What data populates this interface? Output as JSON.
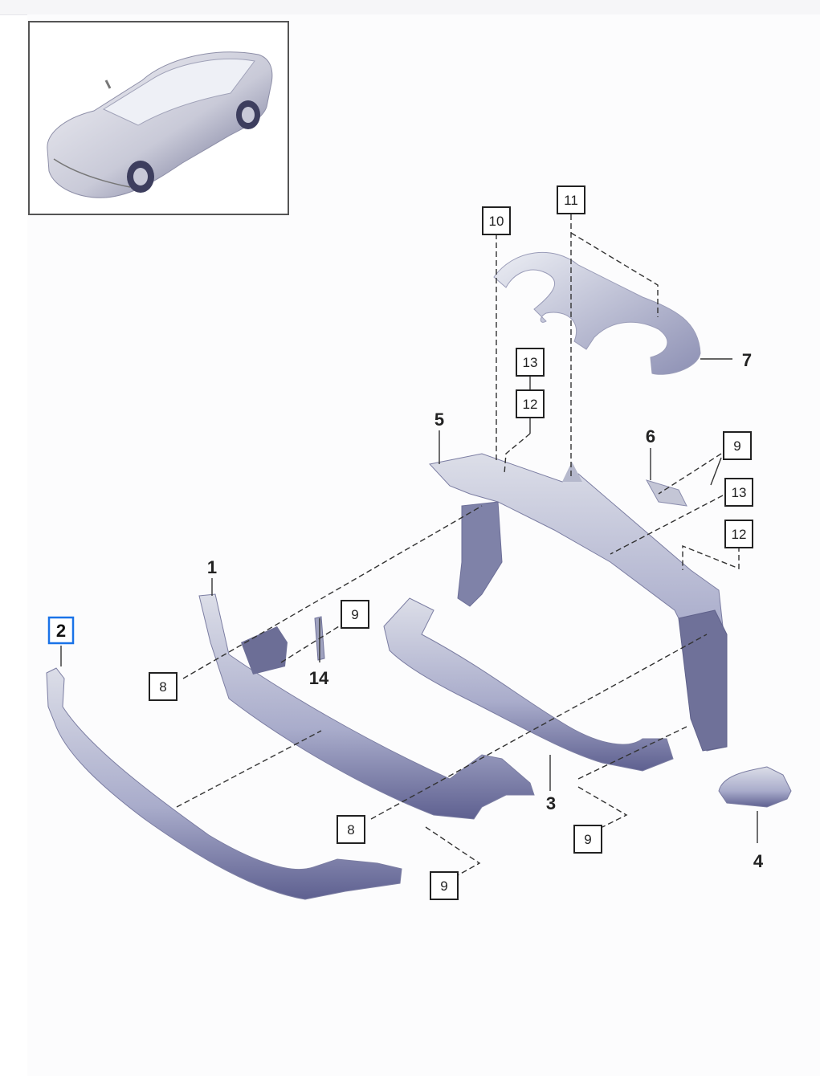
{
  "thumbnail": {
    "icon": "car-thumbnail-icon"
  },
  "callouts": {
    "c1": "1",
    "c2": "2",
    "c3": "3",
    "c4": "4",
    "c5": "5",
    "c6": "6",
    "c7": "7",
    "c8a": "8",
    "c8b": "8",
    "c9a": "9",
    "c9b": "9",
    "c9c": "9",
    "c9d": "9",
    "c10": "10",
    "c11": "11",
    "c12a": "12",
    "c12b": "12",
    "c13a": "13",
    "c13b": "13",
    "c14": "14"
  },
  "selected_callout": "2",
  "colors": {
    "accent": "#1a73e8",
    "part_fill": "#b9bccf",
    "part_shadow": "#6e6f95",
    "line": "#333333"
  }
}
